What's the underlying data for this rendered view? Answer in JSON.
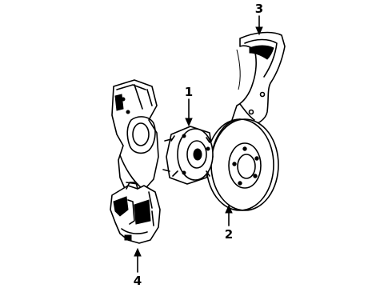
{
  "diagram": {
    "callouts": {
      "hub": "1",
      "rotor": "2",
      "splash_shield": "3",
      "caliper": "4"
    }
  }
}
